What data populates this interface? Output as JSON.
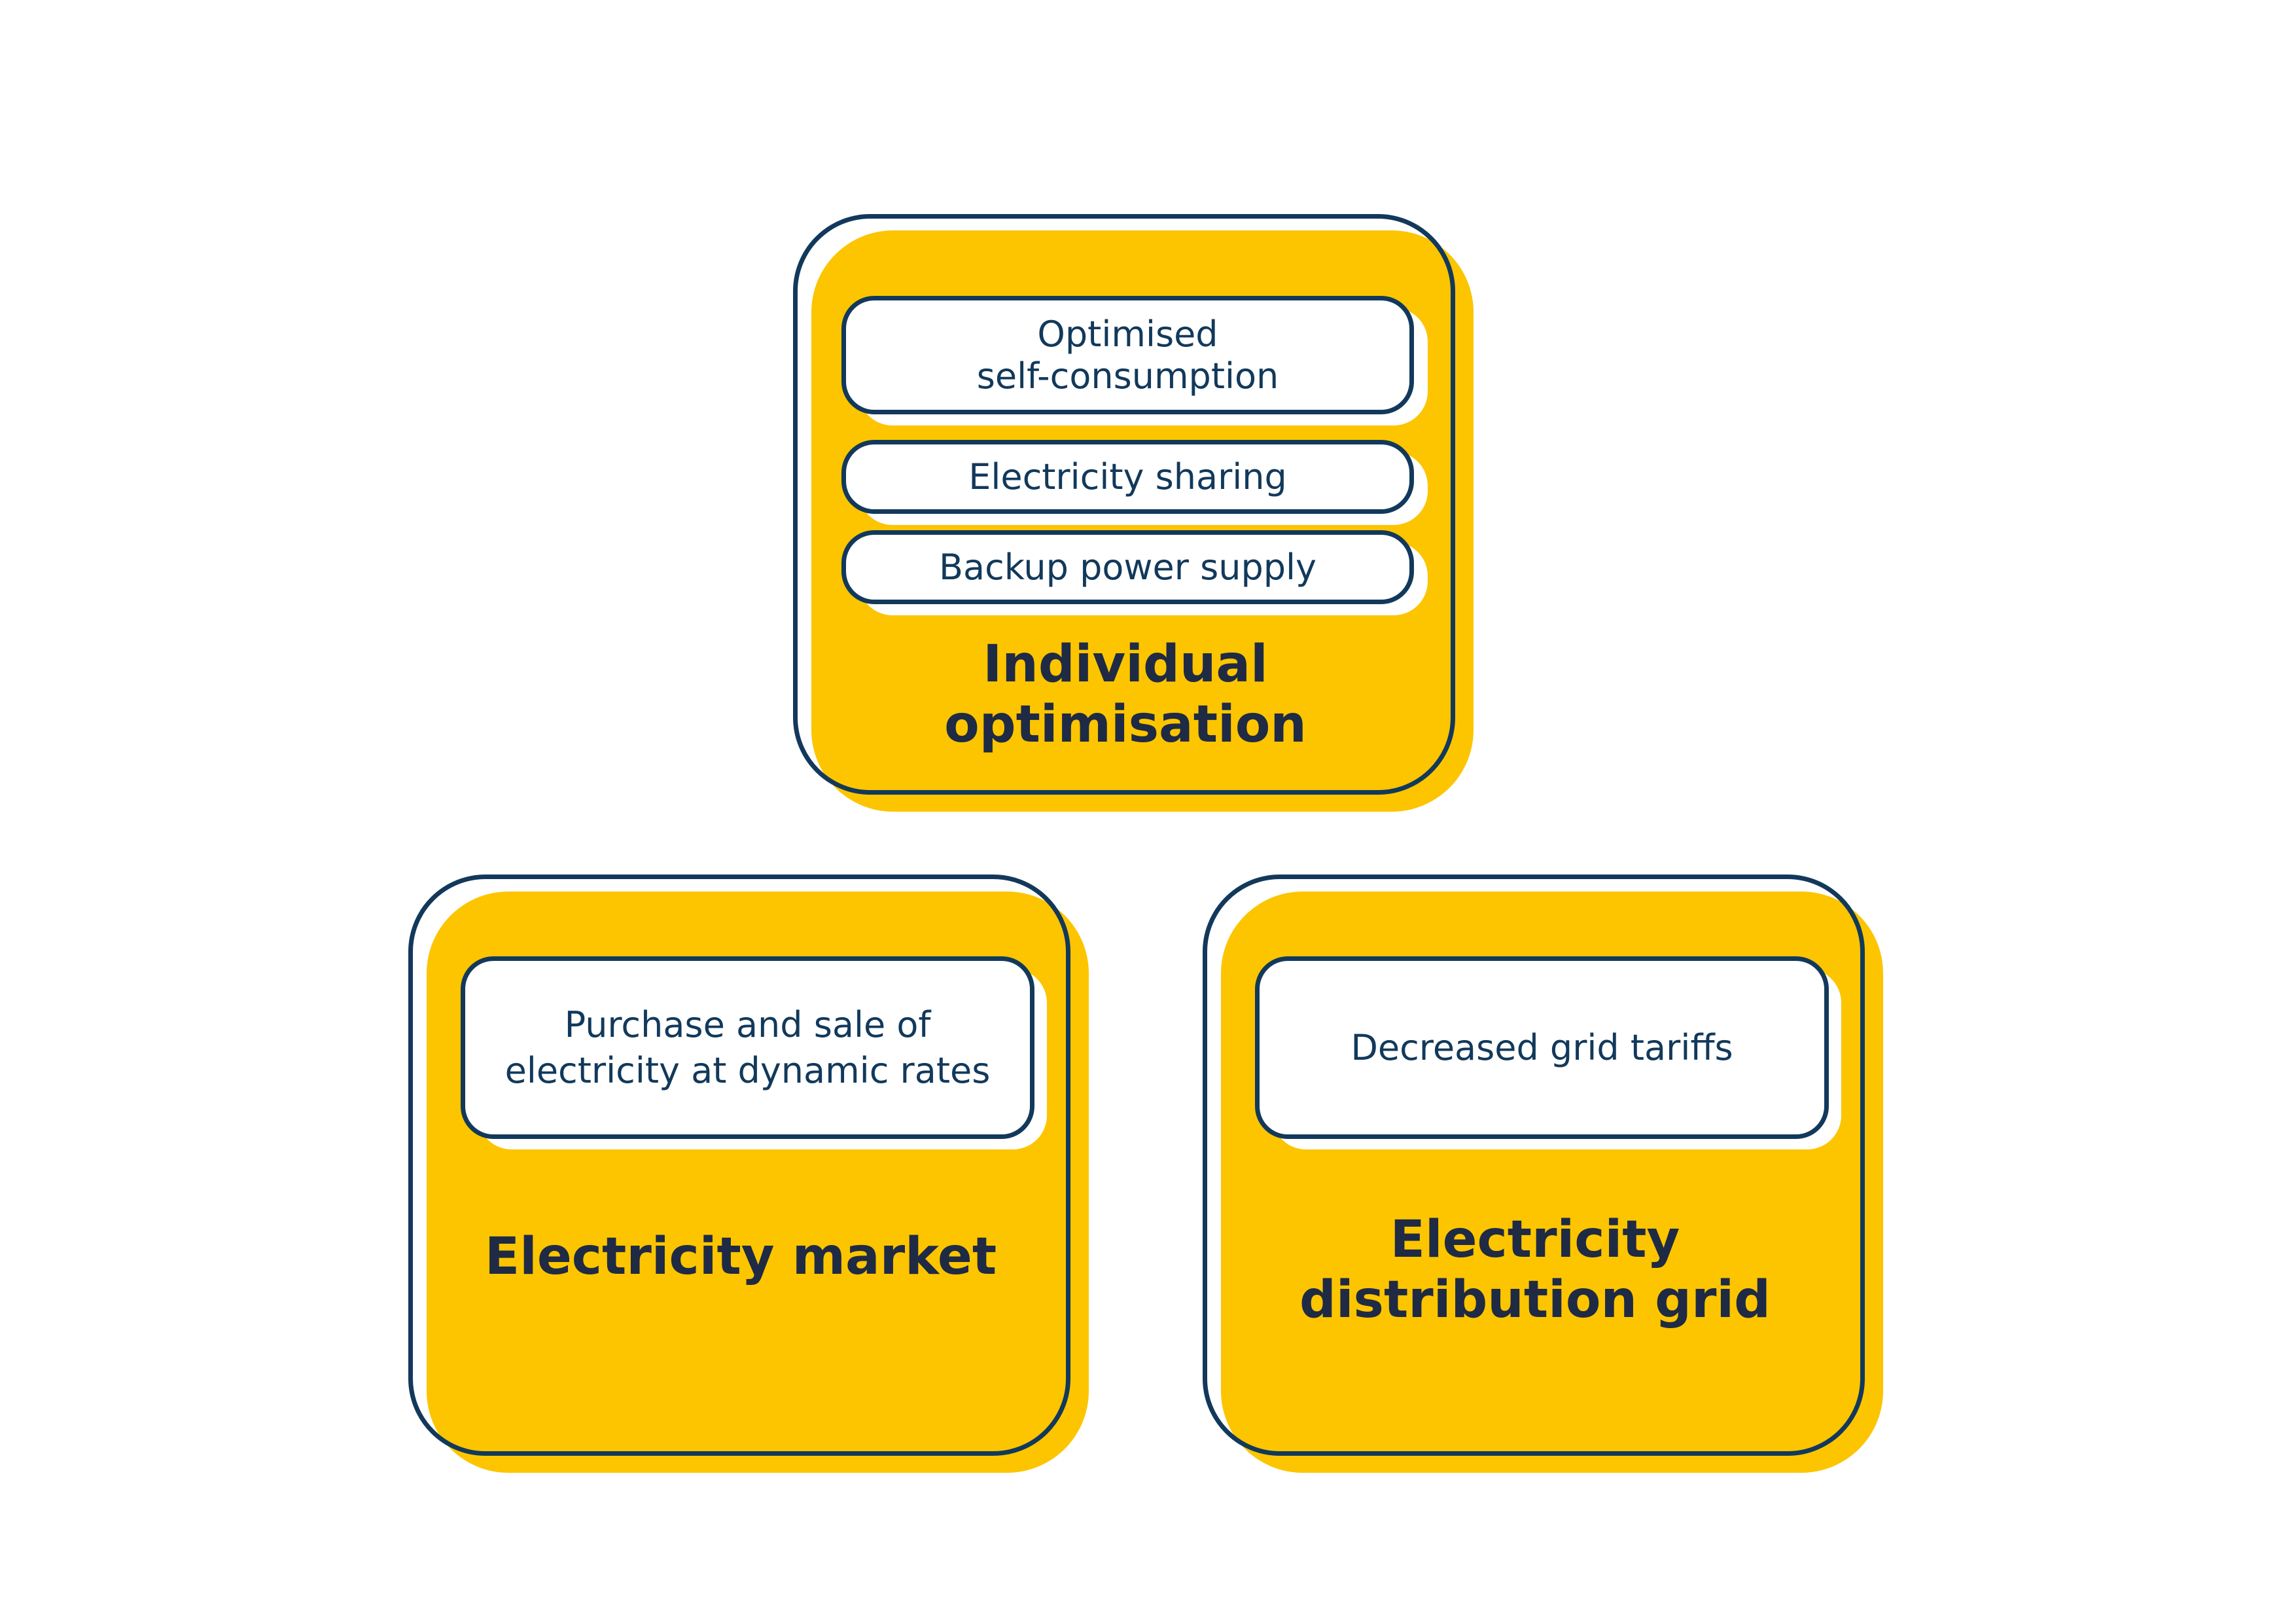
{
  "panels": {
    "individual": {
      "title": "Individual\noptimisation",
      "items": [
        {
          "label": "Optimised\nself-consumption"
        },
        {
          "label": "Electricity sharing"
        },
        {
          "label": "Backup power supply"
        }
      ]
    },
    "market": {
      "title": "Electricity market",
      "items": [
        {
          "label": "Purchase and sale of\nelectricity at dynamic rates"
        }
      ]
    },
    "grid": {
      "title": "Electricity\ndistribution grid",
      "items": [
        {
          "label": "Decreased grid tariffs"
        }
      ]
    }
  },
  "colors": {
    "panel_fill": "#FCC500",
    "outline": "#12395B",
    "box_text": "#12395B",
    "title_text": "#1F2A44",
    "background": "#FFFFFF"
  }
}
